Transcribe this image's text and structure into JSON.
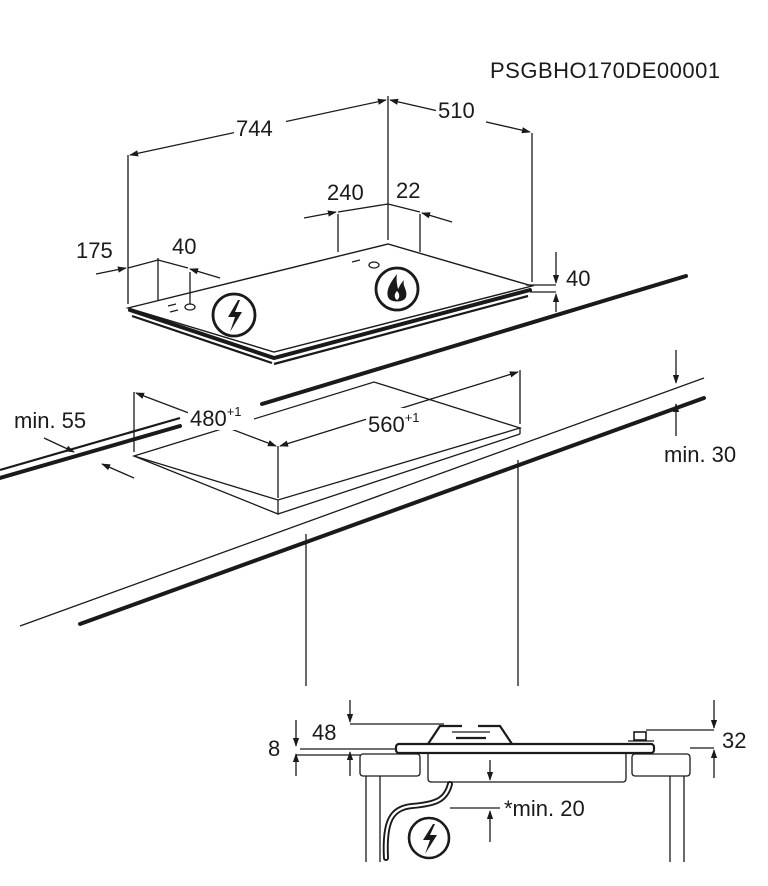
{
  "drawing_code": "PSGBHO170DE00001",
  "hob_dimensions": {
    "width": "744",
    "depth": "510",
    "gas_inlet_offset": "240",
    "gas_inlet_depth": "22",
    "power_offset": "175",
    "power_depth": "40",
    "height": "40"
  },
  "cutout": {
    "front_clearance": "min. 55",
    "depth": "480",
    "depth_tolerance": "+1",
    "width": "560",
    "width_tolerance": "+1",
    "worktop_thickness": "min. 30"
  },
  "side_view": {
    "left_height_48": "48",
    "left_height_8": "8",
    "right_height": "32",
    "bottom_clearance": "*min. 20"
  },
  "icons": [
    "electric-warning-icon",
    "gas-flame-icon",
    "electric-warning-icon"
  ]
}
